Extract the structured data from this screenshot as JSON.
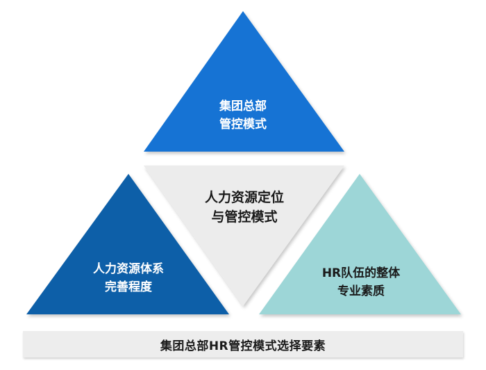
{
  "triangles": {
    "top": {
      "line1": "集团总部",
      "line2": "管控模式",
      "color": "#1373d4"
    },
    "center": {
      "line1": "人力资源定位",
      "line2": "与管控模式",
      "color": "#ececec"
    },
    "left": {
      "line1": "人力资源体系",
      "line2": "完善程度",
      "color": "#0e5ea8"
    },
    "right": {
      "line1": "HR队伍的整体",
      "line2": "专业素质",
      "color": "#9dd6d7"
    }
  },
  "base_bar": {
    "label": "集团总部HR管控模式选择要素"
  }
}
